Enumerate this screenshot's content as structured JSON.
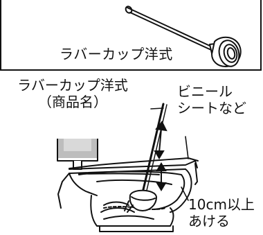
{
  "top_panel": {
    "label": "ラバーカップ洋式"
  },
  "diagram": {
    "plunger_label_line1": "ラバーカップ洋式",
    "plunger_label_line2": "（商品名）",
    "vinyl_label_line1": "ビニール",
    "vinyl_label_line2": "シートなど",
    "gap_label_line1": "10cm以上",
    "gap_label_line2": "あける"
  },
  "colors": {
    "line": "#111111",
    "tank_fill": "#bdbdbd"
  }
}
